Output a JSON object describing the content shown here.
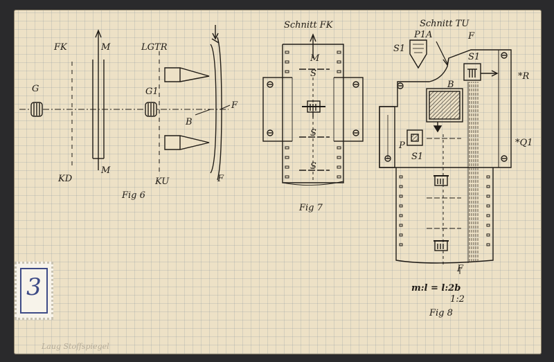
{
  "page_number": "3",
  "pencil_note": "Laug Stoffspiegel",
  "fig6": {
    "caption": "Fig 6",
    "label_top_left": "FK",
    "label_top_right": "LGTR",
    "label_g": "G",
    "label_g1": "G1",
    "label_m_top": "M",
    "label_m_bottom": "M",
    "label_kd": "KD",
    "label_ku": "KU",
    "label_b": "B",
    "label_f": "F",
    "label_f_bottom": "F"
  },
  "fig7": {
    "caption": "Fig 7",
    "title": "Schnitt FK",
    "label_m": "M",
    "label_s1": "S",
    "label_s2": "S",
    "label_s3": "S"
  },
  "fig8": {
    "caption": "Fig 8",
    "title": "Schnitt TU",
    "label_s1": "S1",
    "label_pa": "P1A",
    "label_f": "F",
    "label_s1b": "S1",
    "label_r": "*R",
    "label_b": "B",
    "label_q1": "*Q1",
    "label_p": "P",
    "label_s1c": "S1",
    "label_f_bottom": "F",
    "formula": "m:l = l:2b",
    "scale": "1:2"
  }
}
